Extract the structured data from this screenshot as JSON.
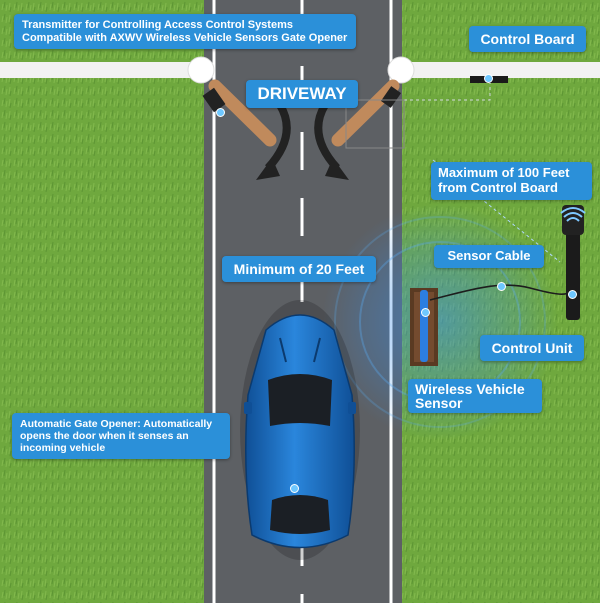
{
  "labels": {
    "transmitter": "Transmitter for Controlling Access Control Systems Compatible with AXWV Wireless Vehicle Sensors Gate Opener",
    "control_board": "Control Board",
    "driveway": "DRIVEWAY",
    "max_distance": "Maximum of 100 Feet from Control Board",
    "sensor_cable": "Sensor Cable",
    "min_distance": "Minimum of 20 Feet",
    "control_unit": "Control Unit",
    "wireless_sensor": "Wireless Vehicle Sensor",
    "gate_opener": "Automatic Gate Opener: Automatically opens the door when it senses an incoming vehicle"
  },
  "icons": {
    "car": "car-icon",
    "gate_arm": "gate-arm-icon",
    "wifi": "wifi-icon",
    "sensor_probe": "sensor-probe-icon"
  },
  "colors": {
    "label_bg": "#2b90d9",
    "road": "#5d6064",
    "grass": "#6fa83e",
    "car": "#1e73c8",
    "gate_arm": "#c08a5c",
    "signal": "#3a8ee8"
  }
}
